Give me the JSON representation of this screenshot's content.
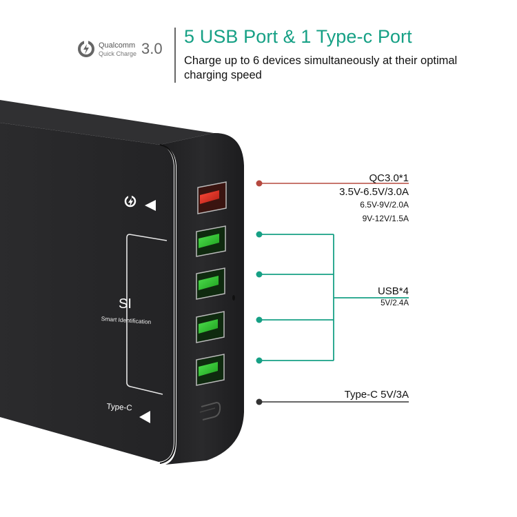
{
  "header": {
    "logo": {
      "icon": "qualcomm-quick-charge-icon",
      "brand": "Qualcomm",
      "product": "Quick Charge",
      "version": "3.0"
    },
    "headline": "5 USB Port & 1 Type-c Port",
    "subline": "Charge up to 6 devices simultaneously at their optimal charging speed"
  },
  "device": {
    "panel_text": {
      "si": "SI",
      "si_sub": "Smart Identification",
      "typec": "Type-C"
    },
    "ports": [
      {
        "type": "USB-A",
        "color": "#d63a2c",
        "role": "QC3.0"
      },
      {
        "type": "USB-A",
        "color": "#2ecc40",
        "role": "USB"
      },
      {
        "type": "USB-A",
        "color": "#2ecc40",
        "role": "USB"
      },
      {
        "type": "USB-A",
        "color": "#2ecc40",
        "role": "USB"
      },
      {
        "type": "USB-A",
        "color": "#2ecc40",
        "role": "USB"
      },
      {
        "type": "USB-C",
        "color": "#222222",
        "role": "Type-C"
      }
    ]
  },
  "callouts": {
    "qc": {
      "title": "QC3.0*1",
      "spec1": "3.5V-6.5V/3.0A",
      "spec2": "6.5V-9V/2.0A",
      "spec3": "9V-12V/1.5A",
      "color": "#b5493f"
    },
    "usb": {
      "title": "USB*4",
      "spec": "5V/2.4A",
      "color": "#16a085"
    },
    "typec": {
      "title": "Type-C 5V/3A",
      "color": "#333333"
    }
  },
  "colors": {
    "accent": "#16a085",
    "qc_red": "#b5493f",
    "body": "#2a2a2c"
  }
}
